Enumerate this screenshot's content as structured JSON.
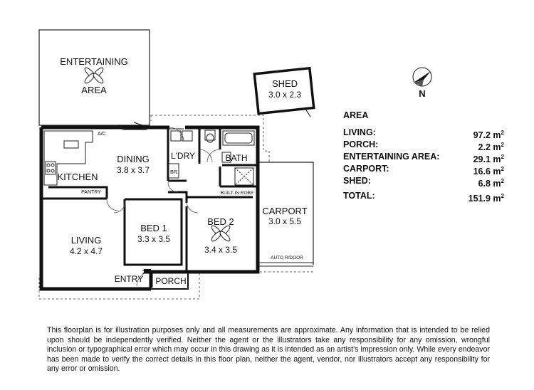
{
  "rooms": {
    "entertaining_area": {
      "name_line1": "ENTERTAINING",
      "name_line2": "AREA"
    },
    "shed": {
      "name": "SHED",
      "dims": "3.0 x 2.3"
    },
    "kitchen": {
      "name": "KITCHEN"
    },
    "pantry": {
      "name": "PANTRY"
    },
    "dining": {
      "name": "DINING",
      "dims": "3.8 x 3.7"
    },
    "laundry": {
      "name": "L'DRY"
    },
    "broom": {
      "name": "BR."
    },
    "bath": {
      "name": "BATH"
    },
    "built_in_robe": {
      "name": "BUILT-IN ROBE"
    },
    "ac": {
      "name": "A/C"
    },
    "living": {
      "name": "LIVING",
      "dims": "4.2 x 4.7"
    },
    "bed1": {
      "name": "BED 1",
      "dims": "3.3 x 3.5"
    },
    "bed2": {
      "name": "BED 2",
      "dims": "3.4 x 3.5"
    },
    "carport": {
      "name": "CARPORT",
      "dims": "3.0 x 5.5",
      "door": "AUTO R/DOOR"
    },
    "entry": {
      "name": "ENTRY"
    },
    "porch": {
      "name": "PORCH"
    }
  },
  "compass": {
    "label": "N"
  },
  "area_summary": {
    "heading": "AREA",
    "unit": "m",
    "unit_sup": "2",
    "rows": [
      {
        "label": "LIVING:",
        "value": "97.2"
      },
      {
        "label": "PORCH:",
        "value": "2.2"
      },
      {
        "label": "ENTERTAINING AREA:",
        "value": "29.1"
      },
      {
        "label": "CARPORT:",
        "value": "16.6"
      },
      {
        "label": "SHED:",
        "value": "6.8"
      }
    ],
    "total": {
      "label": "TOTAL:",
      "value": "151.9"
    }
  },
  "disclaimer": "This floorplan is for illustration purposes only and all measurements are approximate. Any information that is intended to be relied upon should be independently verified. Neither the agent or the illustrators take any responsibility for any omission, wrongful inclusion or typographical error which may occur in this drawing as it is intended as an artist's impression only. While every endeavor has been made to verify the correct details in this floor plan, neither the agent, vendor, nor illustrators accept any responsibility for any error or omission."
}
